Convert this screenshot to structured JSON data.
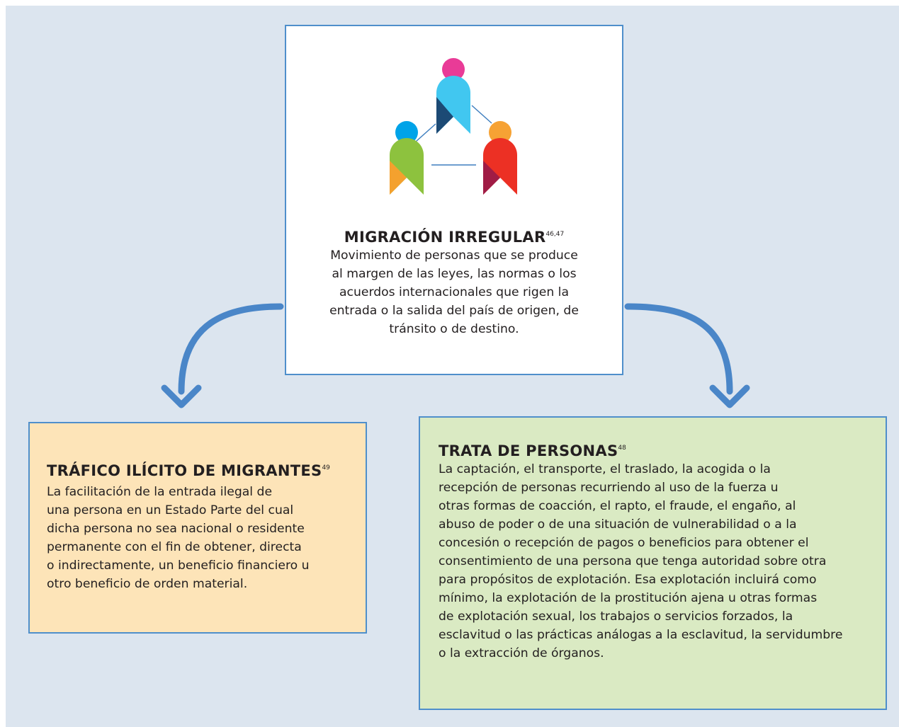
{
  "colors": {
    "background": "#dce5ef",
    "border": "#4f8fcb",
    "arrow": "#4a86c8",
    "smuggling_box": "#fde4b8",
    "trafficking_box": "#daeac3"
  },
  "migracion": {
    "title": "MIGRACIÓN IRREGULAR",
    "ref": "46,47",
    "lines": [
      "Movimiento de personas que se produce",
      "al margen de las leyes, las normas o los",
      "acuerdos internacionales que rigen la",
      "entrada o la salida del país de origen, de",
      "tránsito o de destino."
    ]
  },
  "trafico": {
    "title": "TRÁFICO ILÍCITO DE MIGRANTES",
    "ref": "49",
    "lines": [
      "La facilitación de la entrada ilegal de",
      "una persona en un Estado Parte del cual",
      "dicha persona no sea nacional o residente",
      "permanente con el fin de obtener, directa",
      "o indirectamente, un beneficio financiero u",
      "otro beneficio de orden material."
    ]
  },
  "trata": {
    "title": "TRATA DE PERSONAS",
    "ref": "48",
    "lines": [
      "La captación, el transporte, el traslado, la acogida o la",
      "recepción de personas recurriendo al uso de la fuerza u",
      "otras formas de coacción, el rapto, el fraude, el engaño, al",
      "abuso de poder o de una situación de vulnerabilidad o a la",
      "concesión o recepción de pagos o beneficios para obtener el",
      "consentimiento de una persona que tenga autoridad sobre otra",
      "para propósitos de explotación. Esa explotación incluirá como",
      "mínimo, la explotación de la prostitución ajena u otras formas",
      "de explotación sexual, los trabajos o servicios forzados, la",
      "esclavitud o las prácticas análogas a la esclavitud, la servidumbre",
      "o la extracción de órganos."
    ]
  },
  "icon": "three-people-network-icon"
}
